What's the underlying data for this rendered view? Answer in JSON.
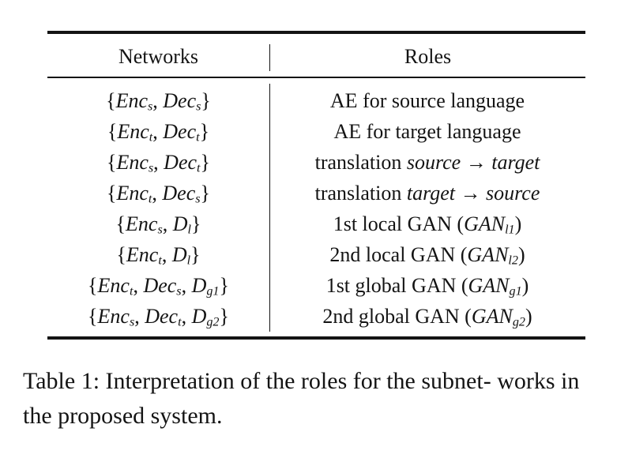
{
  "table": {
    "headers": {
      "networks": "Networks",
      "roles": "Roles"
    },
    "rows": [
      {
        "net": [
          "{",
          "Enc",
          "s",
          ", ",
          "Dec",
          "s",
          "}"
        ],
        "role": [
          "AE for source language"
        ]
      },
      {
        "net": [
          "{",
          "Enc",
          "t",
          ", ",
          "Dec",
          "t",
          "}"
        ],
        "role": [
          "AE for target language"
        ]
      },
      {
        "net": [
          "{",
          "Enc",
          "s",
          ", ",
          "Dec",
          "t",
          "}"
        ],
        "role": [
          "translation ",
          "source",
          " → ",
          "target"
        ]
      },
      {
        "net": [
          "{",
          "Enc",
          "t",
          ", ",
          "Dec",
          "s",
          "}"
        ],
        "role": [
          "translation ",
          "target",
          " → ",
          "source"
        ]
      },
      {
        "net": [
          "{",
          "Enc",
          "s",
          ", ",
          "D",
          "l",
          "}"
        ],
        "role": [
          "1st local GAN (",
          "GAN",
          "l1",
          ")"
        ]
      },
      {
        "net": [
          "{",
          "Enc",
          "t",
          ", ",
          "D",
          "l",
          "}"
        ],
        "role": [
          "2nd local GAN (",
          "GAN",
          "l2",
          ")"
        ]
      },
      {
        "net": [
          "{",
          "Enc",
          "t",
          ", ",
          "Dec",
          "s",
          ", ",
          "D",
          "g1",
          "}"
        ],
        "role": [
          "1st global GAN (",
          "GAN",
          "g1",
          ")"
        ]
      },
      {
        "net": [
          "{",
          "Enc",
          "s",
          ", ",
          "Dec",
          "t",
          ", ",
          "D",
          "g2",
          "}"
        ],
        "role": [
          "2nd global GAN (",
          "GAN",
          "g2",
          ")"
        ]
      }
    ]
  },
  "caption": "Table 1: Interpretation of the roles for the subnet- works in the proposed system."
}
